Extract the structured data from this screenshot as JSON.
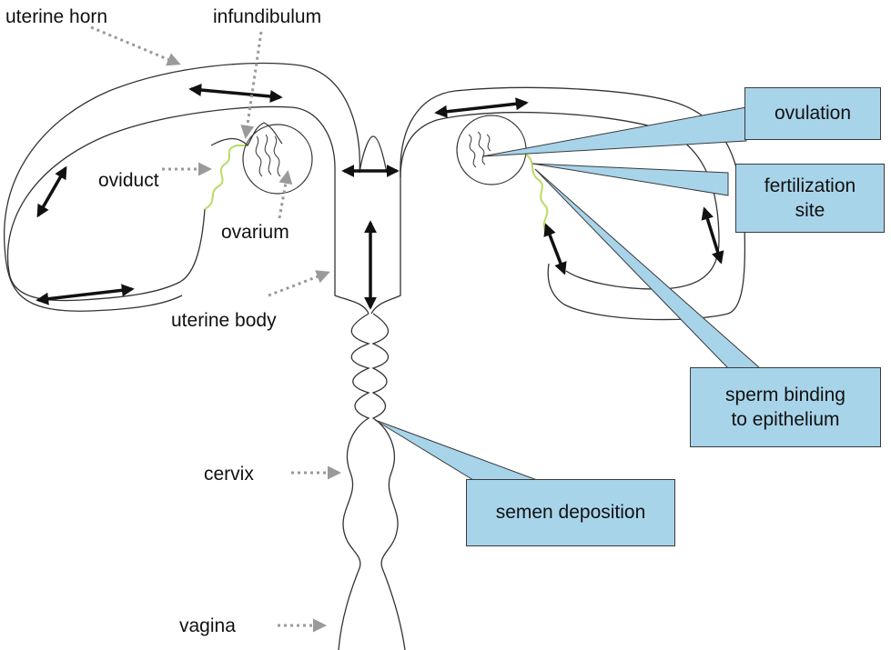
{
  "labels": {
    "uterine_horn": "uterine horn",
    "infundibulum": "infundibulum",
    "oviduct": "oviduct",
    "ovarium": "ovarium",
    "uterine_body": "uterine body",
    "cervix": "cervix",
    "vagina": "vagina"
  },
  "callouts": {
    "ovulation": "ovulation",
    "fertilization_site": "fertilization\nsite",
    "sperm_binding": "sperm binding\nto epithelium",
    "semen_deposition": "semen deposition"
  },
  "colors": {
    "callout_fill": "#a8d4ea",
    "outline": "#333333",
    "arrow": "#111111",
    "pointer": "#999999",
    "oviduct_highlight": "#b7dc63"
  }
}
